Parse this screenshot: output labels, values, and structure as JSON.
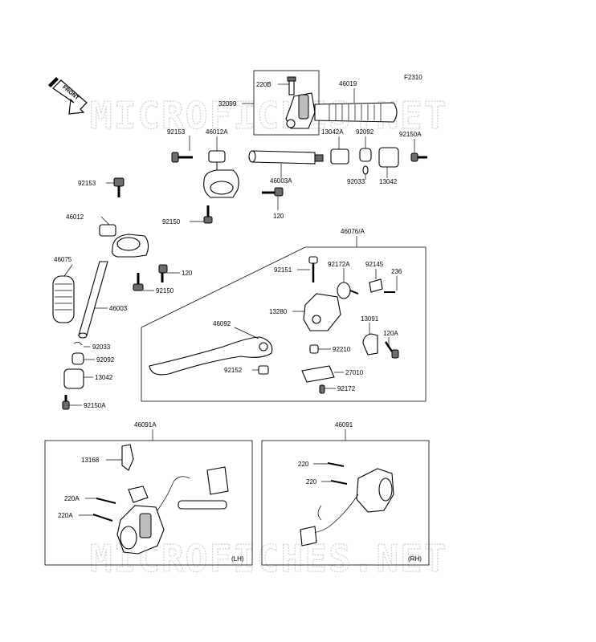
{
  "diagram": {
    "code": "F2310",
    "front_marker": "FRONT",
    "watermark": "MICROFICHES.NET",
    "side_left": "(LH)",
    "side_right": "(RH)"
  },
  "labels": {
    "p220B": "220B",
    "p46019": "46019",
    "p32099": "32099",
    "p92153_top": "92153",
    "p46012A": "46012A",
    "p13042A": "13042A",
    "p92092_top": "92092",
    "p92150A_top": "92150A",
    "p46003A": "46003A",
    "p92033_top": "92033",
    "p13042_top": "13042",
    "p92150_top": "92150",
    "p120_top": "120",
    "p92153_left": "92153",
    "p46012": "46012",
    "p46075": "46075",
    "p46003": "46003",
    "p120_left": "120",
    "p92150_left": "92150",
    "p92033_left": "92033",
    "p92092_left": "92092",
    "p13042_left": "13042",
    "p92150A_left": "92150A",
    "p46076A": "46076/A",
    "p92151": "92151",
    "p92172A": "92172A",
    "p92145": "92145",
    "p236": "236",
    "p13280": "13280",
    "p46092": "46092",
    "p13091": "13091",
    "p120A": "120A",
    "p92210": "92210",
    "p92152": "92152",
    "p27010": "27010",
    "p92172": "92172",
    "p46091A": "46091A",
    "p46091": "46091",
    "p13168": "13168",
    "p220A_1": "220A",
    "p220A_2": "220A",
    "p220_1": "220",
    "p220_2": "220"
  }
}
